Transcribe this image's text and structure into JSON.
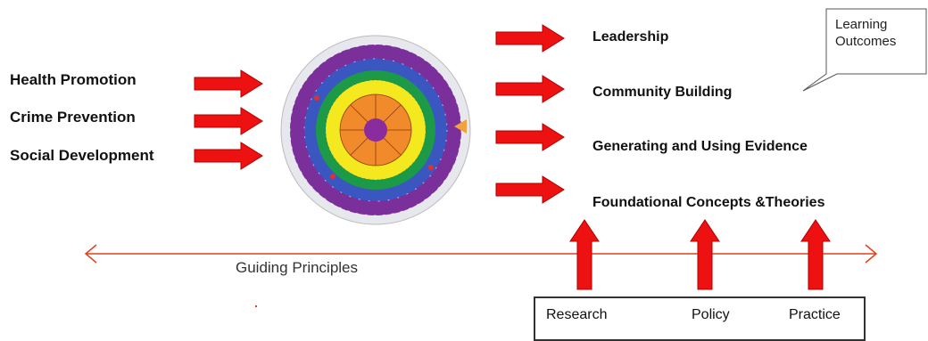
{
  "left_inputs": [
    "Health Promotion",
    "Crime Prevention",
    "Social Development"
  ],
  "right_outcomes": [
    "Leadership",
    "Community Building",
    "Generating and Using Evidence",
    "Foundational Concepts &Theories"
  ],
  "callout": {
    "line1": "Learning",
    "line2": "Outcomes"
  },
  "guiding_principles": "Guiding Principles",
  "bottom": [
    "Research",
    "Policy",
    "Practice"
  ],
  "colors": {
    "arrow": "#ee1111",
    "arrow_stroke": "#b00000",
    "line": "#e0401a"
  }
}
